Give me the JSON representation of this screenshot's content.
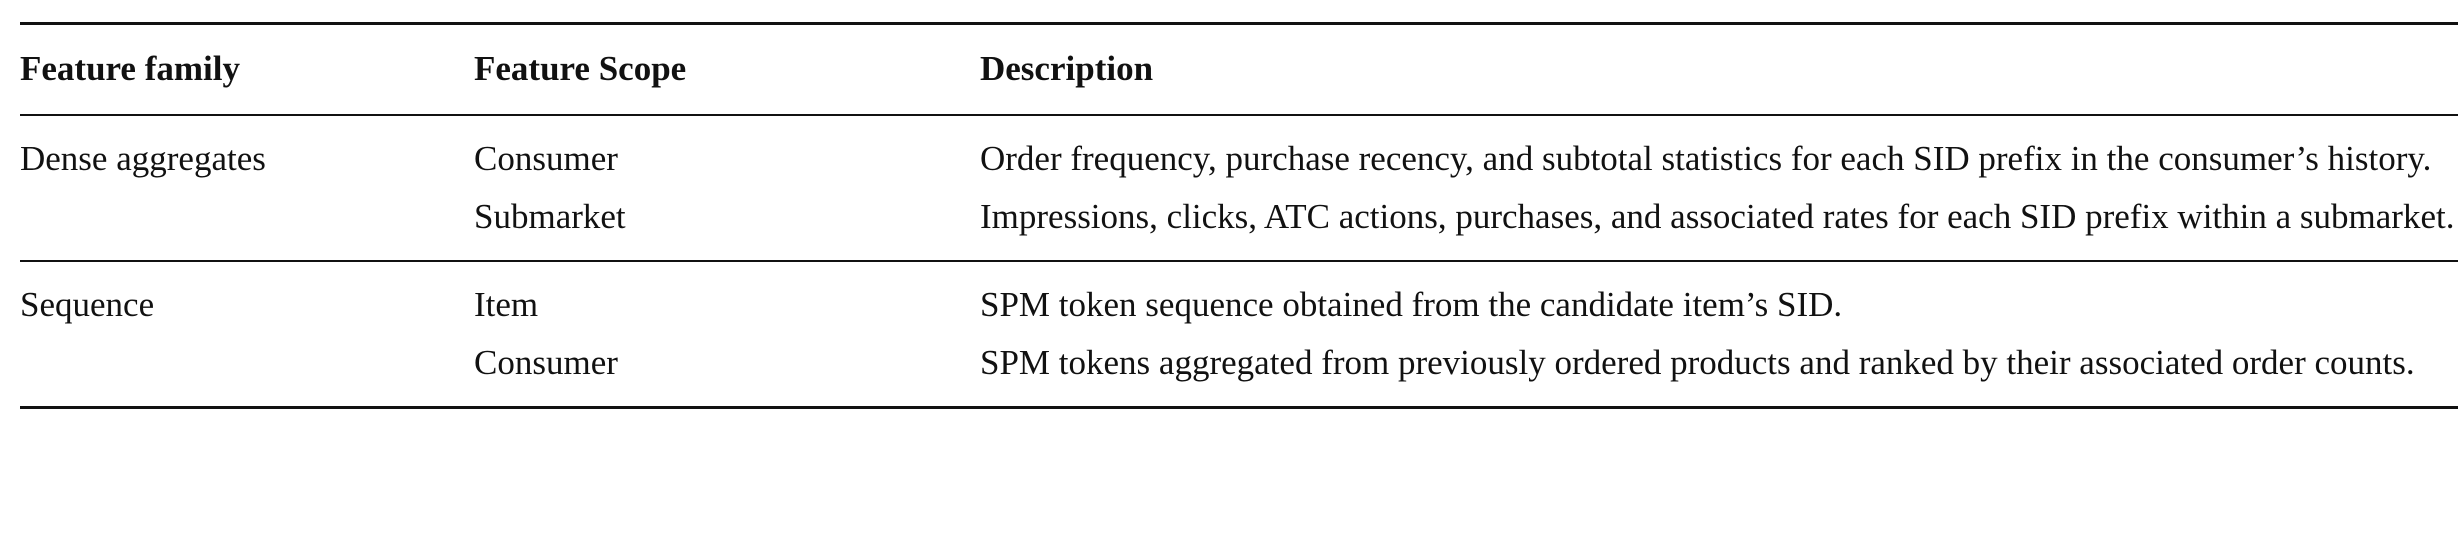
{
  "table": {
    "headers": [
      "Feature family",
      "Feature Scope",
      "Description"
    ],
    "groups": [
      {
        "family": "Dense aggregates",
        "rows": [
          {
            "scope": "Consumer",
            "description": "Order frequency, purchase recency, and subtotal statistics for each SID prefix in the consumer’s history."
          },
          {
            "scope": "Submarket",
            "description": "Impressions, clicks, ATC actions, purchases, and associated rates for each SID prefix within a submarket."
          }
        ]
      },
      {
        "family": "Sequence",
        "rows": [
          {
            "scope": "Item",
            "description": "SPM token sequence obtained from the candidate item’s SID."
          },
          {
            "scope": "Consumer",
            "description": "SPM tokens aggregated from previously ordered products and ranked by their associated order counts."
          }
        ]
      }
    ]
  }
}
